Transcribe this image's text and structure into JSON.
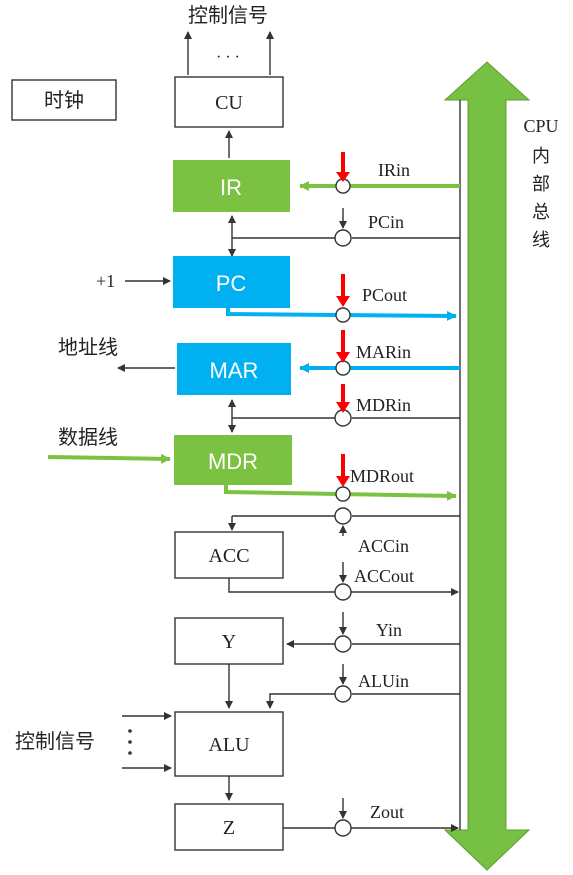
{
  "top_control_label": "控制信号",
  "ellipsis": "· · ·",
  "clock_label": "时钟",
  "bus_label_lines": [
    "CPU",
    "内",
    "部",
    "总",
    "线"
  ],
  "plus_one": "+1",
  "address_line_label": "地址线",
  "data_line_label": "数据线",
  "alu_control_label": "控制信号",
  "registers": {
    "cu": "CU",
    "ir": "IR",
    "pc": "PC",
    "mar": "MAR",
    "mdr": "MDR",
    "acc": "ACC",
    "y": "Y",
    "alu": "ALU",
    "z": "Z"
  },
  "signals": {
    "irin": "IRin",
    "pcin": "PCin",
    "pcout": "PCout",
    "marin": "MARin",
    "mdrin": "MDRin",
    "mdrout": "MDRout",
    "accin": "ACCin",
    "accout": "ACCout",
    "yin": "Yin",
    "aluin": "ALUin",
    "zout": "Zout"
  },
  "colors": {
    "bus_green": "#76c043",
    "highlight_blue": "#00b0f0",
    "highlight_green": "#7cc242",
    "marker_red": "#ff0000",
    "line": "#333333"
  }
}
